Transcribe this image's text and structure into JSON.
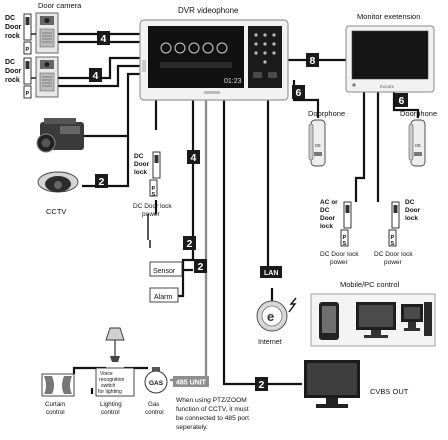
{
  "labels": {
    "door_camera": "Door camera",
    "dvr_videophone": "DVR videophone",
    "monitor_extension": "Monitor exetension",
    "doorphone_1": "Doorphone",
    "doorphone_2": "Doorphone",
    "cctv": "CCTV",
    "dc_door_lock_1": [
      "DC",
      "Door",
      "lock"
    ],
    "dc_door_lock_power_1": [
      "DC Door lock",
      "power"
    ],
    "ac_or_dc_door_lock": [
      "AC or",
      "DC",
      "Door",
      "lock"
    ],
    "dc_door_lock_2": [
      "DC",
      "Door",
      "lock"
    ],
    "dc_door_lock_power_2": [
      "DC Door lock",
      "power"
    ],
    "dc_door_lock_power_3": [
      "DC Door lock",
      "power"
    ],
    "dc_door_rock_1": [
      "DC",
      "Door",
      "rock"
    ],
    "dc_door_rock_2": [
      "DC",
      "Door",
      "rock"
    ],
    "sensor": "Sensor",
    "alarm": "Alarm",
    "lan": "LAN",
    "internet": "Internet",
    "mobile_pc_control": "Mobile/PC control",
    "cvbs_out": "CVBS OUT",
    "curtain_control": [
      "Curtain",
      "control"
    ],
    "voice_switch": [
      "Voice",
      "recognition",
      "switch",
      "for lighting"
    ],
    "lighting_control": [
      "Lighting",
      "control"
    ],
    "gas_control": [
      "Gas",
      "control"
    ],
    "gas": "GAS",
    "unit_485": "485 UNIT",
    "ptz_note": [
      "When using PTZ/ZOOM",
      "function of CCTV, it must",
      "be connected to 485 port",
      "seperately."
    ],
    "screen_time": "01:23",
    "monitor_brand": "Kocom"
  },
  "wire_counts": {
    "door_camera_1": "4",
    "door_camera_2": "4",
    "cctv": "2",
    "door_lock": "4",
    "sensor_line": "2",
    "alarm_line": "2",
    "monitor_extension": "8",
    "doorphone_main": "6",
    "doorphone_ext": "6",
    "cvbs": "2"
  },
  "colors": {
    "badge": "#1a1a1a",
    "wire": "#111111",
    "grey_wire": "#8e8e8e",
    "monitor_frame": "#f2f2f2",
    "screen": "#111111"
  }
}
